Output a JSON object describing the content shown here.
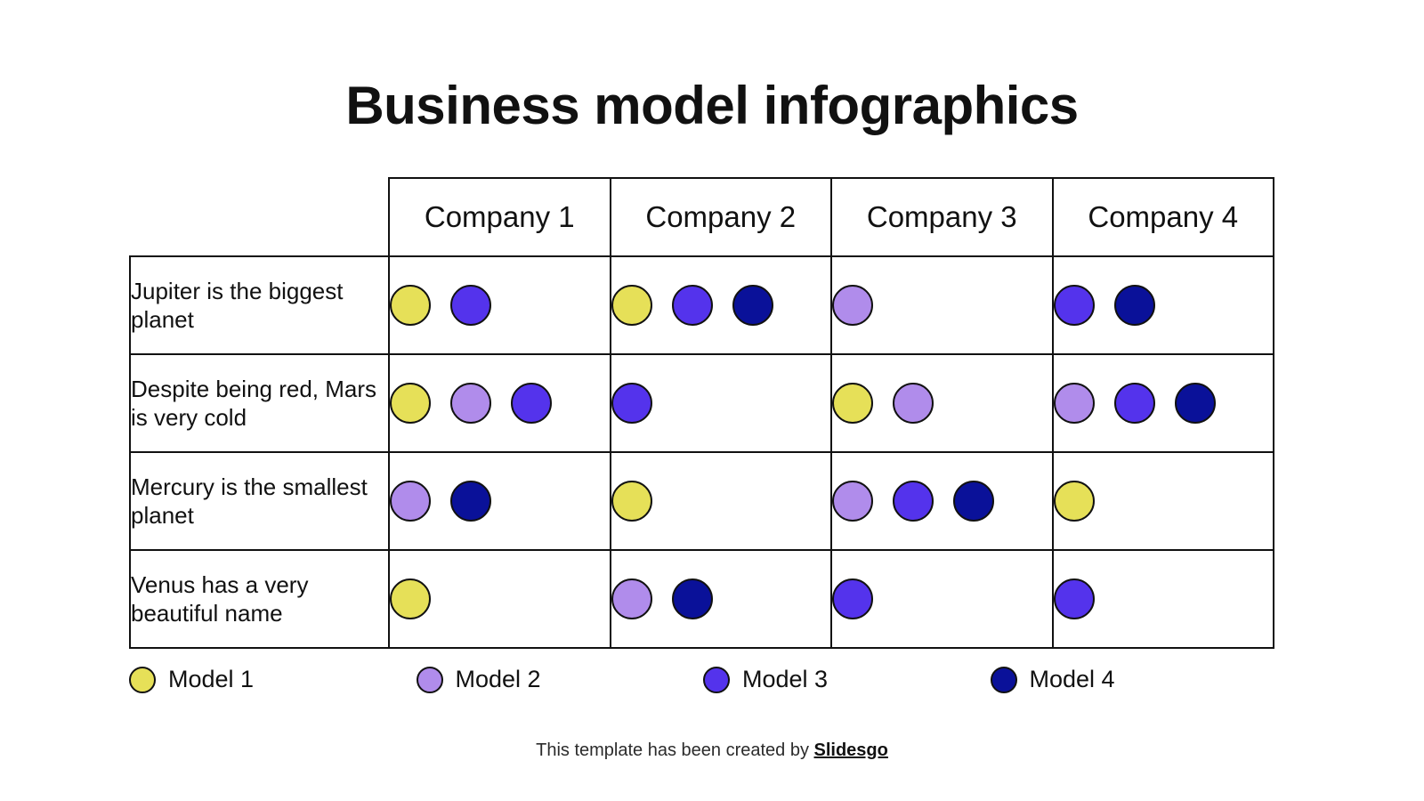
{
  "slide": {
    "title": "Business model infographics",
    "background_color": "#ffffff",
    "text_color": "#111111"
  },
  "palette": {
    "model_1": "#E6E058",
    "model_2": "#B08CEB",
    "model_3": "#5433EC",
    "model_4": "#0A1199",
    "outline": "#111111"
  },
  "table": {
    "corner_label": "",
    "columns": [
      {
        "label": "Company 1"
      },
      {
        "label": "Company 2"
      },
      {
        "label": "Company 3"
      },
      {
        "label": "Company 4"
      }
    ],
    "rows": [
      {
        "label": "Jupiter is the biggest planet",
        "cells": [
          {
            "models": [
              "model_1",
              "model_3"
            ]
          },
          {
            "models": [
              "model_1",
              "model_3",
              "model_4"
            ]
          },
          {
            "models": [
              "model_2"
            ]
          },
          {
            "models": [
              "model_3",
              "model_4"
            ]
          }
        ]
      },
      {
        "label": "Despite being red, Mars is very cold",
        "cells": [
          {
            "models": [
              "model_1",
              "model_2",
              "model_3"
            ]
          },
          {
            "models": [
              "model_3"
            ]
          },
          {
            "models": [
              "model_1",
              "model_2"
            ]
          },
          {
            "models": [
              "model_2",
              "model_3",
              "model_4"
            ]
          }
        ]
      },
      {
        "label": "Mercury is the smallest planet",
        "cells": [
          {
            "models": [
              "model_2",
              "model_4"
            ]
          },
          {
            "models": [
              "model_1"
            ]
          },
          {
            "models": [
              "model_2",
              "model_3",
              "model_4"
            ]
          },
          {
            "models": [
              "model_1"
            ]
          }
        ]
      },
      {
        "label": "Venus has a very beautiful name",
        "cells": [
          {
            "models": [
              "model_1"
            ]
          },
          {
            "models": [
              "model_2",
              "model_4"
            ]
          },
          {
            "models": [
              "model_3"
            ]
          },
          {
            "models": [
              "model_3"
            ]
          }
        ]
      }
    ]
  },
  "legend": {
    "items": [
      {
        "label": "Model 1",
        "color_key": "model_1",
        "color": "#E6E058"
      },
      {
        "label": "Model 2",
        "color_key": "model_2",
        "color": "#B08CEB"
      },
      {
        "label": "Model 3",
        "color_key": "model_3",
        "color": "#5433EC"
      },
      {
        "label": "Model 4",
        "color_key": "model_4",
        "color": "#0A1199"
      }
    ]
  },
  "footer": {
    "prefix": "This template has been created by ",
    "link_label": "Slidesgo"
  }
}
